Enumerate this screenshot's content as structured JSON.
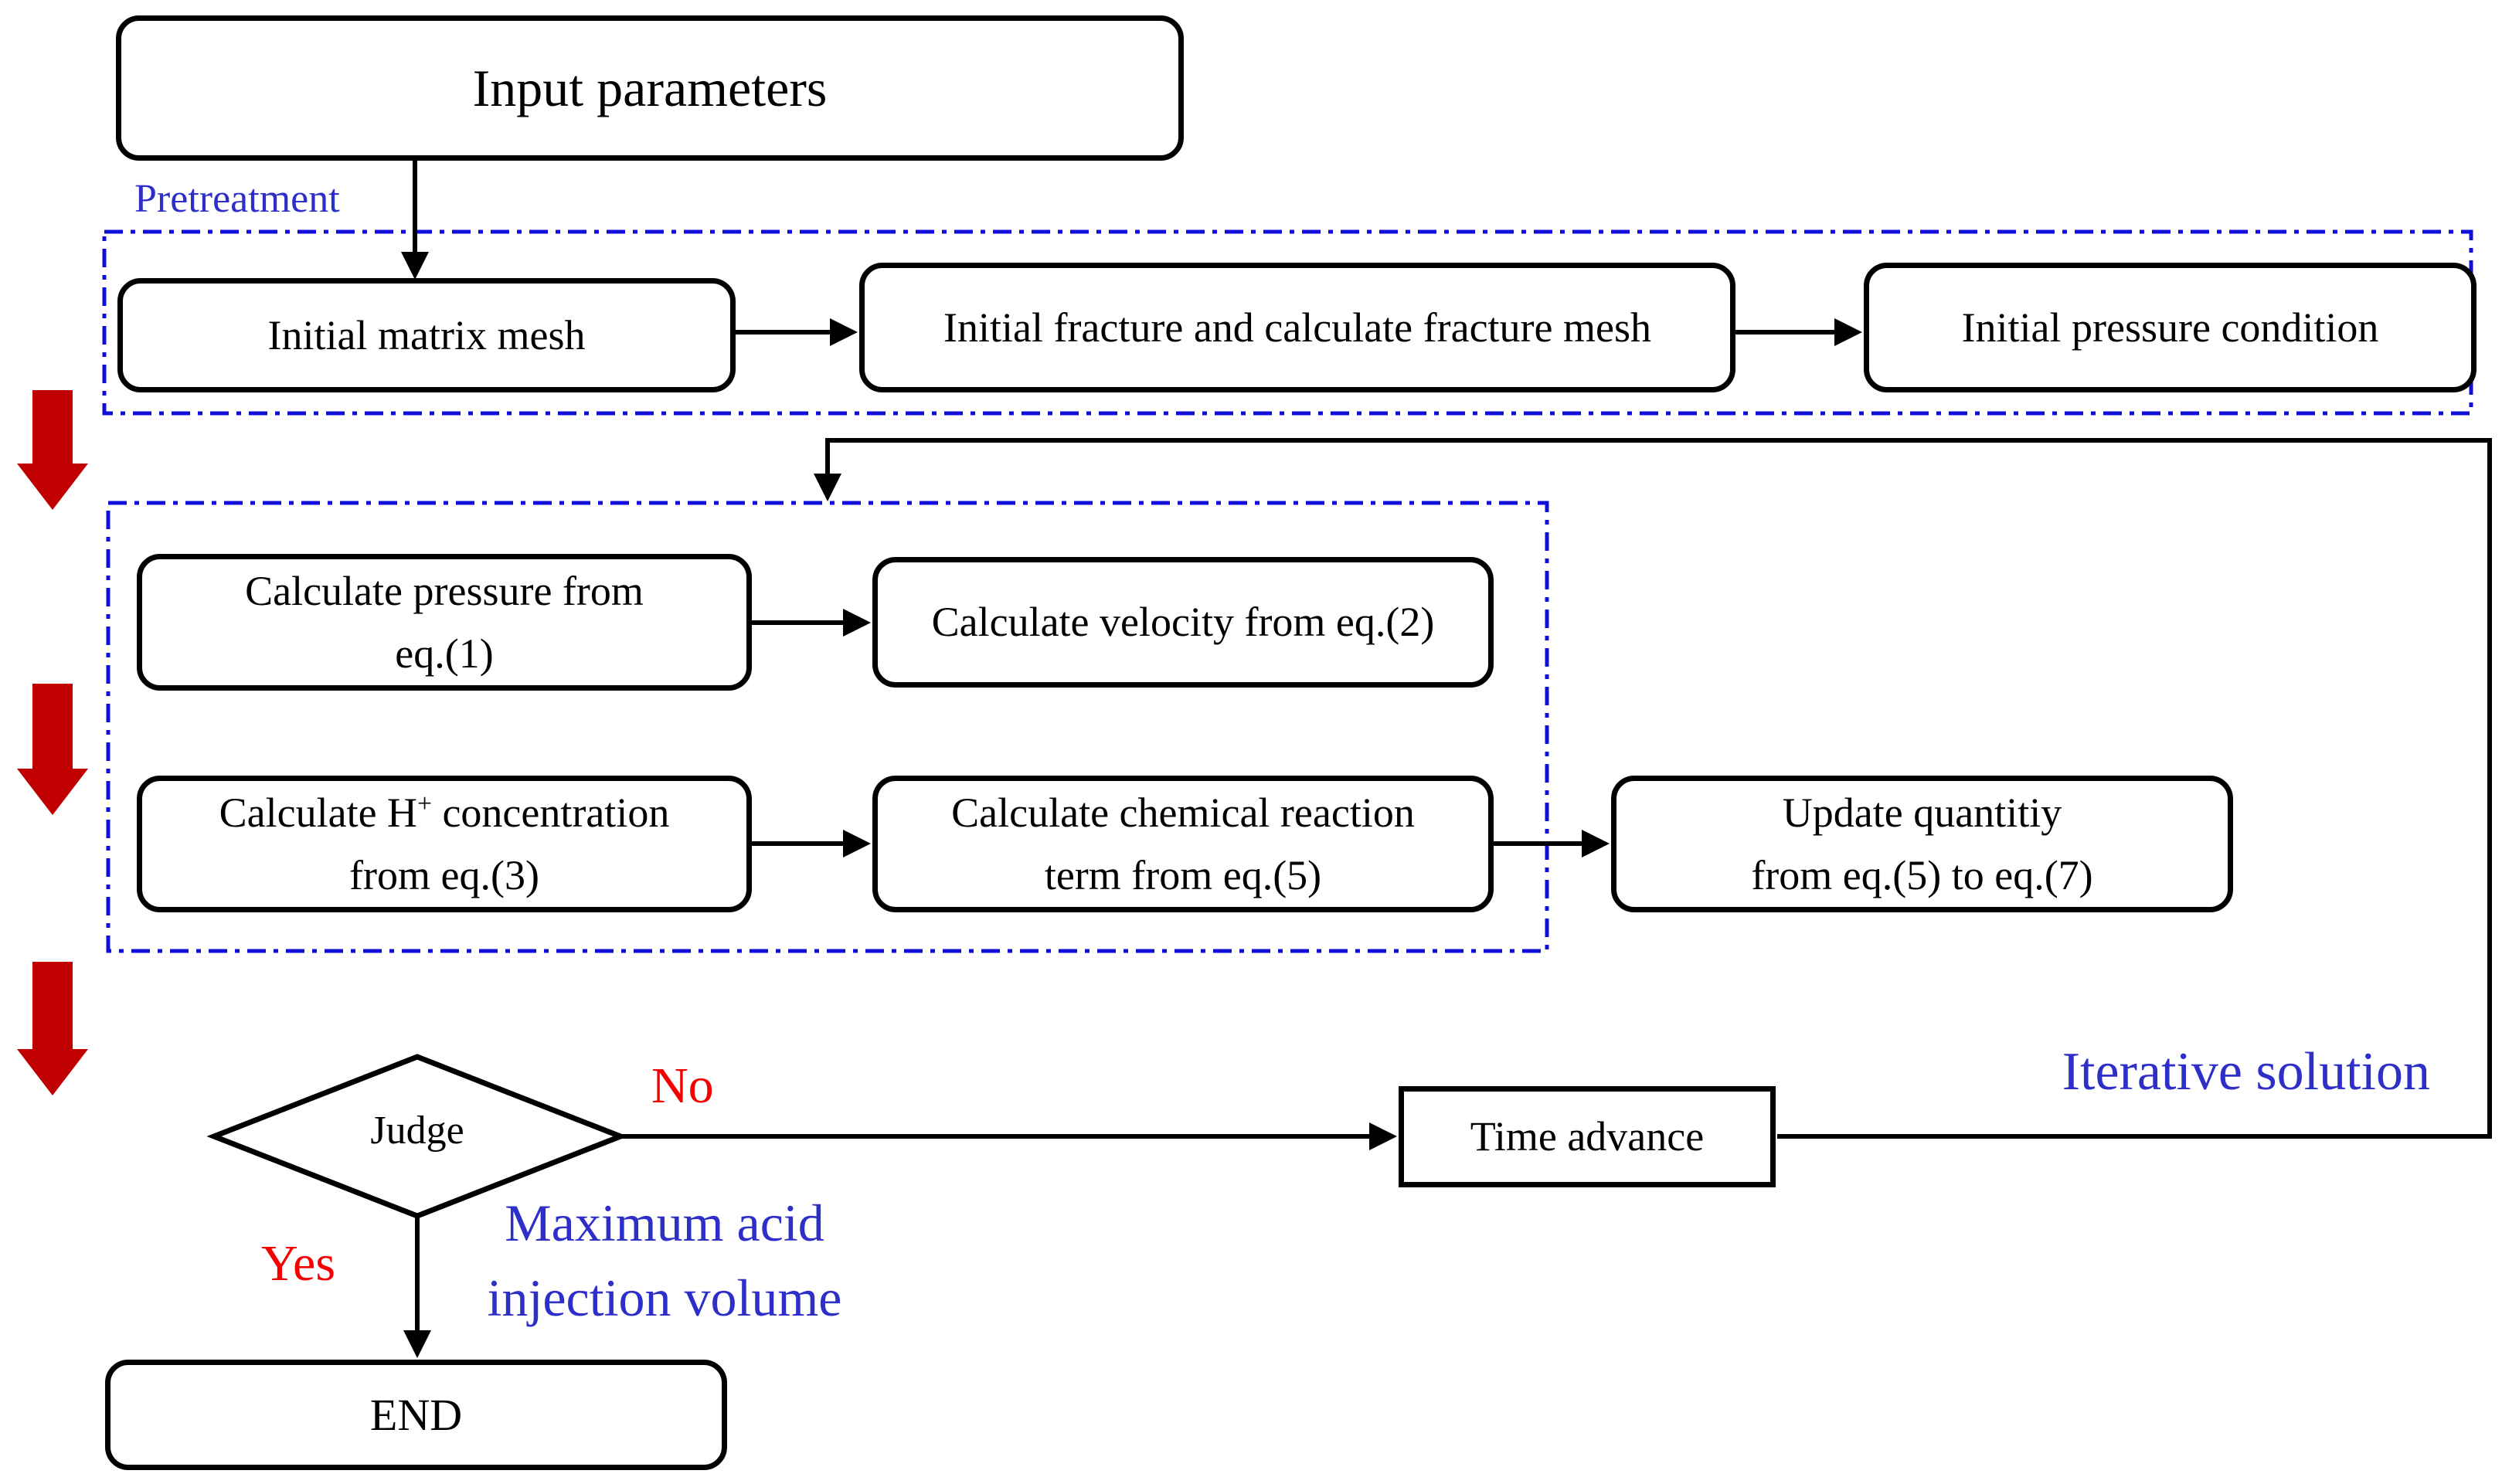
{
  "colors": {
    "blue_text": "#2E2EC8",
    "blue_dash": "#0F0FD8",
    "red_text": "#F50000",
    "red_arrow": "#C00000",
    "ink": "#000000",
    "paper": "#FFFFFF"
  },
  "nodes": {
    "input_params": {
      "label": "Input parameters"
    },
    "matrix_mesh": {
      "label": "Initial matrix mesh"
    },
    "fracture_mesh": {
      "label": "Initial fracture and calculate fracture mesh"
    },
    "pressure_cond": {
      "label": "Initial pressure condition"
    },
    "calc_pressure": {
      "line1": "Calculate pressure from",
      "line2": "eq.(1)"
    },
    "calc_velocity": {
      "label": "Calculate velocity from eq.(2)"
    },
    "calc_h": {
      "line1_pre": "Calculate H",
      "line1_sup": "+",
      "line1_post": " concentration",
      "line2": "from eq.(3)"
    },
    "calc_chem": {
      "line1": "Calculate chemical reaction",
      "line2": "term from eq.(5)"
    },
    "update_quantity": {
      "line1": "Update quantitiy",
      "line2": "from eq.(5) to eq.(7)"
    },
    "judge": {
      "label": "Judge"
    },
    "time_advance": {
      "label": "Time advance"
    },
    "end": {
      "label": "END"
    }
  },
  "labels": {
    "pretreatment": "Pretreatment",
    "no": "No",
    "yes": "Yes",
    "max_acid_line1": "Maximum acid",
    "max_acid_line2": "injection volume",
    "iterative_solution": "Iterative solution"
  }
}
